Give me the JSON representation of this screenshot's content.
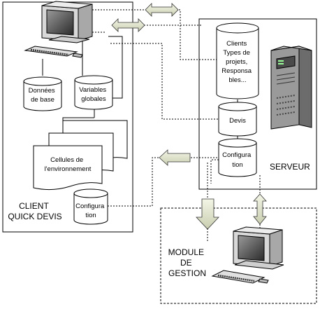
{
  "client": {
    "title_line1": "CLIENT",
    "title_line2": "QUICK DEVIS",
    "db_base": [
      "Données",
      "de base"
    ],
    "db_variables": [
      "Variables",
      "globales"
    ],
    "doc_cells": [
      "Cellules de",
      "l'environnement"
    ],
    "db_config": [
      "Configura",
      "tion"
    ]
  },
  "server": {
    "title": "SERVEUR",
    "db_clients": [
      "Clients",
      "Types de",
      "projets,",
      "Responsa",
      "bles..."
    ],
    "db_devis": [
      "Devis"
    ],
    "db_config": [
      "Configura",
      "tion"
    ]
  },
  "module": {
    "title_line1": "MODULE",
    "title_line2": "DE",
    "title_line3": "GESTION"
  },
  "icons": {
    "client_computer": "desktop-computer-icon",
    "module_computer": "desktop-computer-icon",
    "server_tower": "server-tower-icon"
  }
}
